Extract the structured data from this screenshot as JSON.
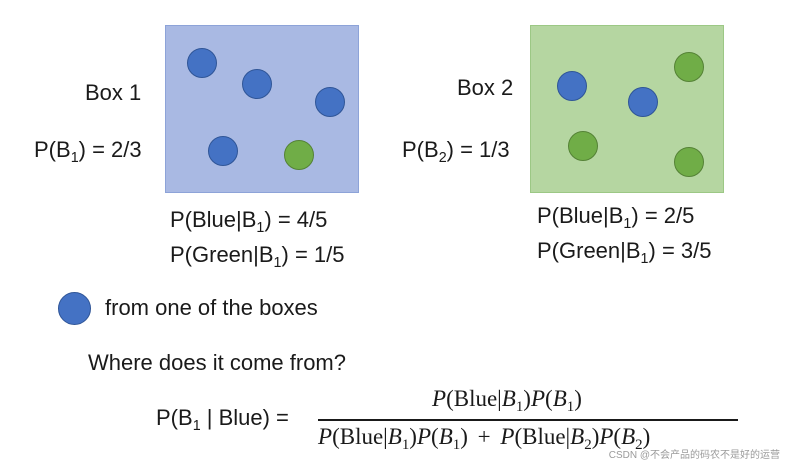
{
  "box1": {
    "title": "Box 1",
    "prior": {
      "prefix": "P(B",
      "sub": "1",
      "suffix": ") = 2/3"
    },
    "fill": "#a9b9e3",
    "border": "#8da3d8",
    "balls": [
      "blue",
      "blue",
      "blue",
      "blue",
      "green"
    ],
    "likelihoods": [
      {
        "prefix": "P(Blue|B",
        "sub": "1",
        "suffix": ") = 4/5"
      },
      {
        "prefix": "P(Green|B",
        "sub": "1",
        "suffix": ") = 1/5"
      }
    ]
  },
  "box2": {
    "title": "Box 2",
    "prior": {
      "prefix": "P(B",
      "sub": "2",
      "suffix": ") = 1/3"
    },
    "fill": "#b5d6a1",
    "border": "#9cc885",
    "balls": [
      "blue",
      "blue",
      "green",
      "green",
      "green"
    ],
    "likelihoods": [
      {
        "prefix": "P(Blue|B",
        "sub": "1",
        "suffix": ") = 2/5"
      },
      {
        "prefix": "P(Green|B",
        "sub": "1",
        "suffix": ") = 3/5"
      }
    ]
  },
  "colors": {
    "blue": "#4472c4",
    "blue_edge": "#2f5597",
    "green": "#70ad47",
    "green_edge": "#548235"
  },
  "legend_text": "from one of the boxes",
  "question": "Where does it come from?",
  "formula": {
    "lhs_prefix": "P(B",
    "lhs_sub": "1",
    "lhs_suffix": " | Blue) =",
    "p": "P",
    "blue_open": "(Blue|",
    "b": "B",
    "sub1": "1",
    "sub2": "2",
    "close": ")",
    "open": "(",
    "plus": "+"
  },
  "watermark": "CSDN @不会产品的码农不是好的运营"
}
